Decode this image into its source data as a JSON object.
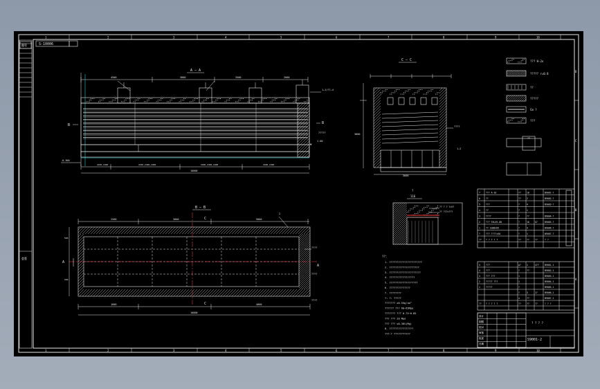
{
  "drawing": {
    "border_ref": "S-10006",
    "sections": {
      "aa": "A — A",
      "cc": "C — C",
      "bb": "B — B",
      "detail": "116"
    },
    "legend": [
      {
        "label": "??? H-2o"
      },
      {
        "label": "????? r=0.8"
      },
      {
        "label": "??"
      },
      {
        "label": "?????"
      },
      {
        "label": "Cm ?"
      },
      {
        "label": "???"
      }
    ],
    "notes_header": "??：",
    "notes": [
      "1. ??????????????????????",
      "2. ????????????????????",
      "3. ?????????????????????",
      "4. ?????????????????",
      "5. ???????????????????",
      "6. ??????????????",
      "7. ????????",
      "   ?: ?: ?????",
      "   ???????  ≥0.55g/cm³",
      "   ?????? ???  60~65Mpa",
      "   ???????  ???  0.75~0.85",
      "   ???    ???  20 Mpa",
      "   ???    ???  ≤0.30%(Mg)",
      "8. ????????????????",
      "   ???-?  ???????????"
    ],
    "title_block": {
      "drawing_no": "S9001-2",
      "name_label": "? ? ? ?"
    }
  }
}
